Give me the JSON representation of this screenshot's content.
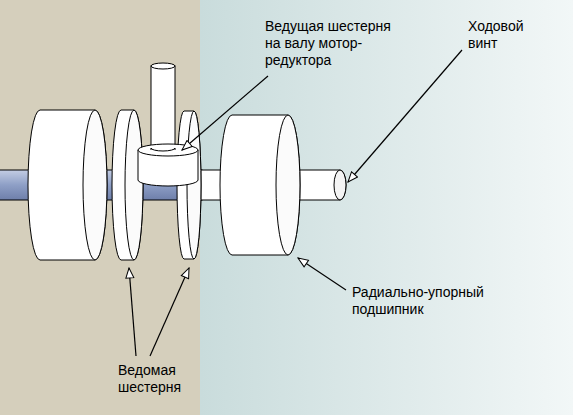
{
  "diagram": {
    "labels": [
      "Ведущая шестерня на валу мотор-редуктора",
      "Ходовой винт",
      "Радиально-упорный подшипник",
      "Ведомая шестерня"
    ]
  }
}
